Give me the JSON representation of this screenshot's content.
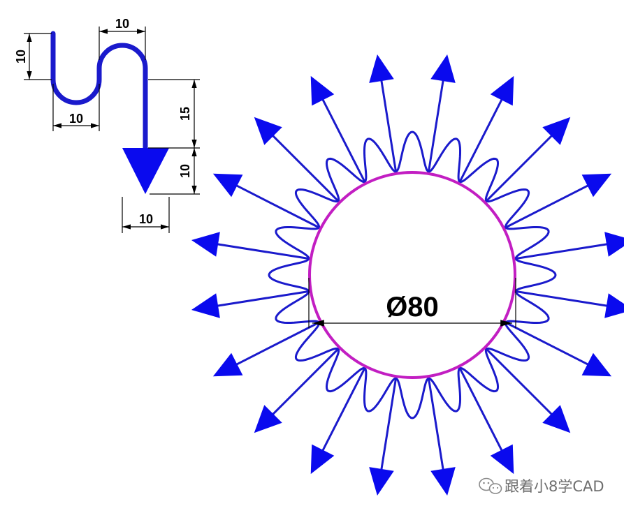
{
  "detail": {
    "dim_top": "10",
    "dim_left": "10",
    "dim_bottom": "10",
    "dim_right_upper": "15",
    "dim_right_lower": "10",
    "dim_arrow_width": "10"
  },
  "main": {
    "diameter_label": "Ø80",
    "arrow_count": 20
  },
  "watermark": {
    "text": "跟着小8学CAD",
    "icon": "wechat-icon"
  },
  "colors": {
    "pattern": "#1a1acc",
    "circle": "#c21ec2",
    "arrowhead": "#0a0aee",
    "dimension": "#000000",
    "watermark": "#6e6e6e"
  }
}
